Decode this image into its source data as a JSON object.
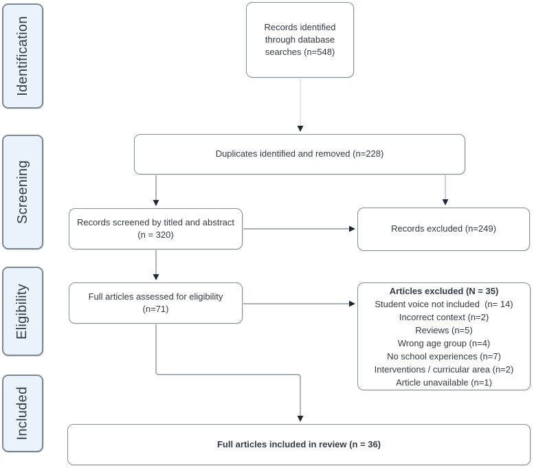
{
  "stages": [
    {
      "label": "Identification"
    },
    {
      "label": "Screening"
    },
    {
      "label": "Eligibility"
    },
    {
      "label": "Included"
    }
  ],
  "boxes": {
    "identified": {
      "text": "Records identified\nthrough database\nsearches (n=548)"
    },
    "duplicates": {
      "text": "Duplicates identified and removed (n=228)"
    },
    "screened": {
      "text": "Records screened by titled and abstract\n(n = 320)"
    },
    "records_excluded": {
      "text": "Records excluded (n=249)"
    },
    "eligibility": {
      "text": "Full articles assessed for eligibility\n(n=71)"
    },
    "articles_excluded": {
      "title": "Articles excluded (N = 35)",
      "reasons": [
        "Student voice not included  (n= 14)",
        "Incorrect context (n=2)",
        "Reviews (n=5)",
        "Wrong age group (n=4)",
        "No school experiences (n=7)",
        "Interventions / curricular area (n=2)",
        "Article unavailable (n=1)"
      ]
    },
    "included": {
      "text": "Full articles included in review (n = 36)"
    }
  },
  "colors": {
    "stage_fill": "#eaf2fb",
    "stage_border": "#7e8791",
    "node_fill": "#ffffff",
    "node_border": "#868d96",
    "text": "#323a45",
    "connector": "#8e959e",
    "connector_light": "#d9dbde",
    "connector_pale": "#aab0b7",
    "arrowhead": "#1e2734"
  }
}
